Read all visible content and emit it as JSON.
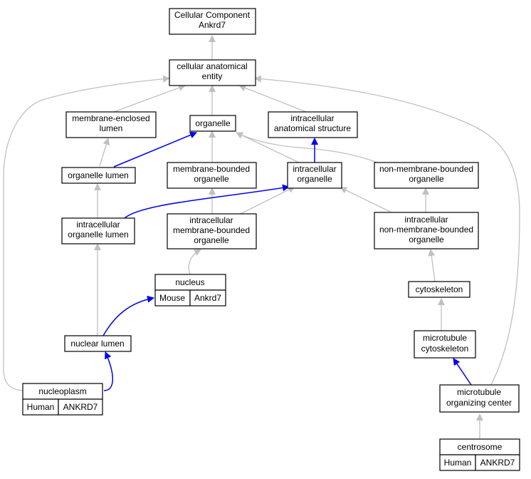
{
  "nodes": [
    {
      "id": "root",
      "lines": [
        "Cellular Component",
        "Ankrd7"
      ]
    },
    {
      "id": "cae",
      "lines": [
        "cellular anatomical",
        "entity"
      ]
    },
    {
      "id": "mel",
      "lines": [
        "membrane-enclosed",
        "lumen"
      ]
    },
    {
      "id": "org",
      "lines": [
        "organelle"
      ]
    },
    {
      "id": "ias",
      "lines": [
        "intracellular",
        "anatomical structure"
      ]
    },
    {
      "id": "orgl",
      "lines": [
        "organelle lumen"
      ]
    },
    {
      "id": "mbo",
      "lines": [
        "membrane-bounded",
        "organelle"
      ]
    },
    {
      "id": "io",
      "lines": [
        "intracellular",
        "organelle"
      ]
    },
    {
      "id": "nmbo",
      "lines": [
        "non-membrane-bounded",
        "organelle"
      ]
    },
    {
      "id": "iol",
      "lines": [
        "intracellular",
        "organelle lumen"
      ]
    },
    {
      "id": "imbo",
      "lines": [
        "intracellular",
        "membrane-bounded",
        "organelle"
      ]
    },
    {
      "id": "inmbo",
      "lines": [
        "intracellular",
        "non-membrane-bounded",
        "organelle"
      ]
    },
    {
      "id": "nucleus",
      "lines": [
        "nucleus"
      ],
      "cells": [
        {
          "text": "Mouse",
          "color": "#add8e6"
        },
        {
          "text": "Ankrd7",
          "color": "#add8e6"
        }
      ]
    },
    {
      "id": "cyto",
      "lines": [
        "cytoskeleton"
      ]
    },
    {
      "id": "nl",
      "lines": [
        "nuclear lumen"
      ]
    },
    {
      "id": "mtc",
      "lines": [
        "microtubule",
        "cytoskeleton"
      ]
    },
    {
      "id": "nucleoplasm",
      "lines": [
        "nucleoplasm"
      ],
      "cells": [
        {
          "text": "Human",
          "color": "#fa6347"
        },
        {
          "text": "ANKRD7",
          "color": "#fa6347"
        }
      ]
    },
    {
      "id": "mtoc",
      "lines": [
        "microtubule",
        "organizing center"
      ]
    },
    {
      "id": "centrosome",
      "lines": [
        "centrosome"
      ],
      "cells": [
        {
          "text": "Human",
          "color": "#fa6347"
        },
        {
          "text": "ANKRD7",
          "color": "#fa6347"
        }
      ]
    }
  ],
  "edges": [
    {
      "from": "cae",
      "to": "root",
      "kind": "is_a"
    },
    {
      "from": "mel",
      "to": "cae",
      "kind": "is_a"
    },
    {
      "from": "org",
      "to": "cae",
      "kind": "is_a"
    },
    {
      "from": "ias",
      "to": "cae",
      "kind": "is_a"
    },
    {
      "from": "nucleoplasm",
      "to": "cae",
      "kind": "is_a"
    },
    {
      "from": "mtoc",
      "to": "cae",
      "kind": "is_a"
    },
    {
      "from": "orgl",
      "to": "mel",
      "kind": "is_a"
    },
    {
      "from": "orgl",
      "to": "org",
      "kind": "part_of"
    },
    {
      "from": "mbo",
      "to": "org",
      "kind": "is_a"
    },
    {
      "from": "io",
      "to": "org",
      "kind": "is_a"
    },
    {
      "from": "nmbo",
      "to": "org",
      "kind": "is_a"
    },
    {
      "from": "io",
      "to": "ias",
      "kind": "part_of"
    },
    {
      "from": "iol",
      "to": "orgl",
      "kind": "is_a"
    },
    {
      "from": "iol",
      "to": "io",
      "kind": "part_of"
    },
    {
      "from": "imbo",
      "to": "io",
      "kind": "is_a"
    },
    {
      "from": "inmbo",
      "to": "io",
      "kind": "is_a"
    },
    {
      "from": "imbo",
      "to": "mbo",
      "kind": "is_a"
    },
    {
      "from": "inmbo",
      "to": "nmbo",
      "kind": "is_a"
    },
    {
      "from": "nucleus",
      "to": "imbo",
      "kind": "is_a"
    },
    {
      "from": "nl",
      "to": "iol",
      "kind": "is_a"
    },
    {
      "from": "nl",
      "to": "nucleus",
      "kind": "part_of"
    },
    {
      "from": "nucleoplasm",
      "to": "nl",
      "kind": "part_of"
    },
    {
      "from": "cyto",
      "to": "inmbo",
      "kind": "is_a"
    },
    {
      "from": "mtc",
      "to": "cyto",
      "kind": "is_a"
    },
    {
      "from": "mtoc",
      "to": "mtc",
      "kind": "part_of"
    },
    {
      "from": "centrosome",
      "to": "mtoc",
      "kind": "is_a"
    }
  ],
  "colors": {
    "is_a": "#c0c0c0",
    "part_of": "#0000ee",
    "mouse": "#add8e6",
    "human": "#fa6347"
  }
}
